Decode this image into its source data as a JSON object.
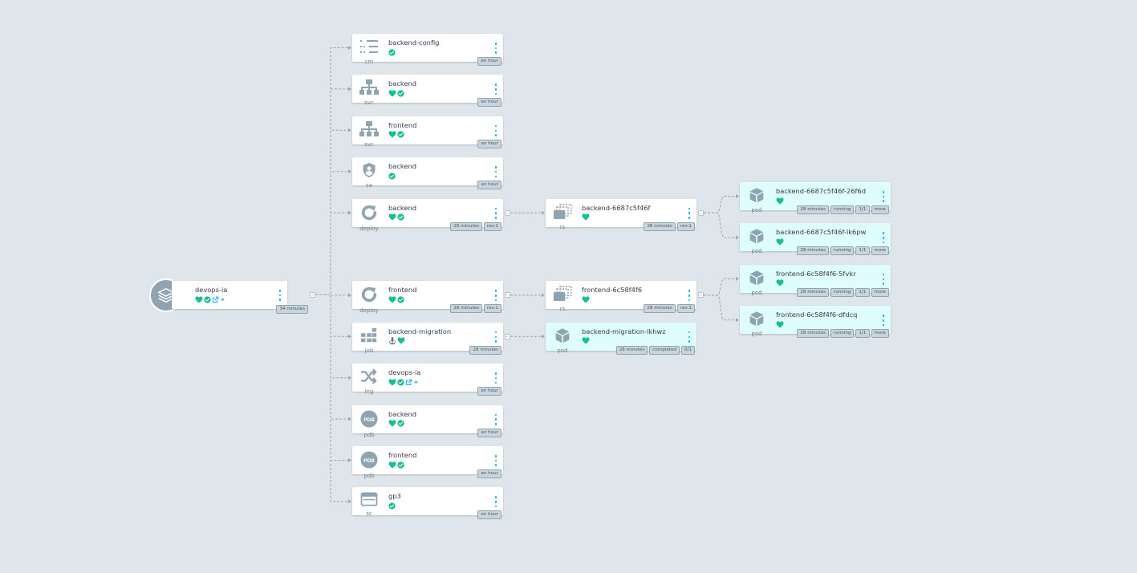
{
  "app": {
    "name": "devops-ia",
    "age": "34 minutes",
    "status_icons": [
      "heart-icon",
      "check-circle-icon",
      "external-link-icon",
      "caret-down-icon"
    ]
  },
  "resources": [
    {
      "kind": "cm",
      "name": "backend-config",
      "status": [
        "check-circle-icon"
      ],
      "tags": [
        "an hour"
      ],
      "icon": "configmap-icon"
    },
    {
      "kind": "svc",
      "name": "backend",
      "status": [
        "heart-icon",
        "check-circle-icon"
      ],
      "tags": [
        "an hour"
      ],
      "icon": "service-icon"
    },
    {
      "kind": "svc",
      "name": "frontend",
      "status": [
        "heart-icon",
        "check-circle-icon"
      ],
      "tags": [
        "an hour"
      ],
      "icon": "service-icon"
    },
    {
      "kind": "sa",
      "name": "backend",
      "status": [
        "check-circle-icon"
      ],
      "tags": [
        "an hour"
      ],
      "icon": "serviceaccount-icon"
    },
    {
      "kind": "deploy",
      "name": "backend",
      "status": [
        "heart-icon",
        "check-circle-icon"
      ],
      "tags": [
        "28 minutes",
        "rev:1"
      ],
      "icon": "deployment-icon"
    },
    {
      "kind": "deploy",
      "name": "frontend",
      "status": [
        "heart-icon",
        "check-circle-icon"
      ],
      "tags": [
        "28 minutes",
        "rev:1"
      ],
      "icon": "deployment-icon"
    },
    {
      "kind": "job",
      "name": "backend-migration",
      "status": [
        "anchor-icon",
        "heart-icon"
      ],
      "tags": [
        "28 minutes"
      ],
      "icon": "job-icon"
    },
    {
      "kind": "ing",
      "name": "devops-ia",
      "status": [
        "heart-icon",
        "check-circle-icon",
        "external-link-icon",
        "caret-down-icon"
      ],
      "tags": [
        "an hour"
      ],
      "icon": "ingress-icon"
    },
    {
      "kind": "pdb",
      "name": "backend",
      "status": [
        "heart-icon",
        "check-circle-icon"
      ],
      "tags": [
        "an hour"
      ],
      "icon": "pdb-icon"
    },
    {
      "kind": "pdb",
      "name": "frontend",
      "status": [
        "heart-icon",
        "check-circle-icon"
      ],
      "tags": [
        "an hour"
      ],
      "icon": "pdb-icon"
    },
    {
      "kind": "sc",
      "name": "gp3",
      "status": [
        "check-circle-icon"
      ],
      "tags": [
        "an hour"
      ],
      "icon": "storageclass-icon"
    }
  ],
  "replicasets": [
    {
      "kind": "rs",
      "name": "backend-6687c5f46f",
      "status": [
        "heart-icon"
      ],
      "tags": [
        "28 minutes",
        "rev:1"
      ],
      "icon": "replicaset-icon"
    },
    {
      "kind": "rs",
      "name": "frontend-6c58f4f6",
      "status": [
        "heart-icon"
      ],
      "tags": [
        "28 minutes",
        "rev:1"
      ],
      "icon": "replicaset-icon"
    },
    {
      "kind": "pod",
      "name": "backend-migration-lkhwz",
      "status": [
        "heart-icon"
      ],
      "tags": [
        "28 minutes",
        "completed",
        "0/1"
      ],
      "icon": "pod-icon"
    }
  ],
  "pods": [
    {
      "kind": "pod",
      "name": "backend-6687c5f46f-26f6d",
      "status": [
        "heart-icon"
      ],
      "tags": [
        "28 minutes",
        "running",
        "1/1",
        "more"
      ],
      "icon": "pod-icon"
    },
    {
      "kind": "pod",
      "name": "backend-6687c5f46f-lk6pw",
      "status": [
        "heart-icon"
      ],
      "tags": [
        "28 minutes",
        "running",
        "1/1",
        "more"
      ],
      "icon": "pod-icon"
    },
    {
      "kind": "pod",
      "name": "frontend-6c58f4f6-5fvkr",
      "status": [
        "heart-icon"
      ],
      "tags": [
        "28 minutes",
        "running",
        "1/1",
        "more"
      ],
      "icon": "pod-icon"
    },
    {
      "kind": "pod",
      "name": "frontend-6c58f4f6-dfdcq",
      "status": [
        "heart-icon"
      ],
      "tags": [
        "28 minutes",
        "running",
        "1/1",
        "more"
      ],
      "icon": "pod-icon"
    }
  ],
  "colors": {
    "healthy": "#18be94",
    "icon_gray": "#8fa4b1",
    "menu_blue": "#0dadea",
    "background": "#dee6eb",
    "live_node": "#dffdfd"
  }
}
